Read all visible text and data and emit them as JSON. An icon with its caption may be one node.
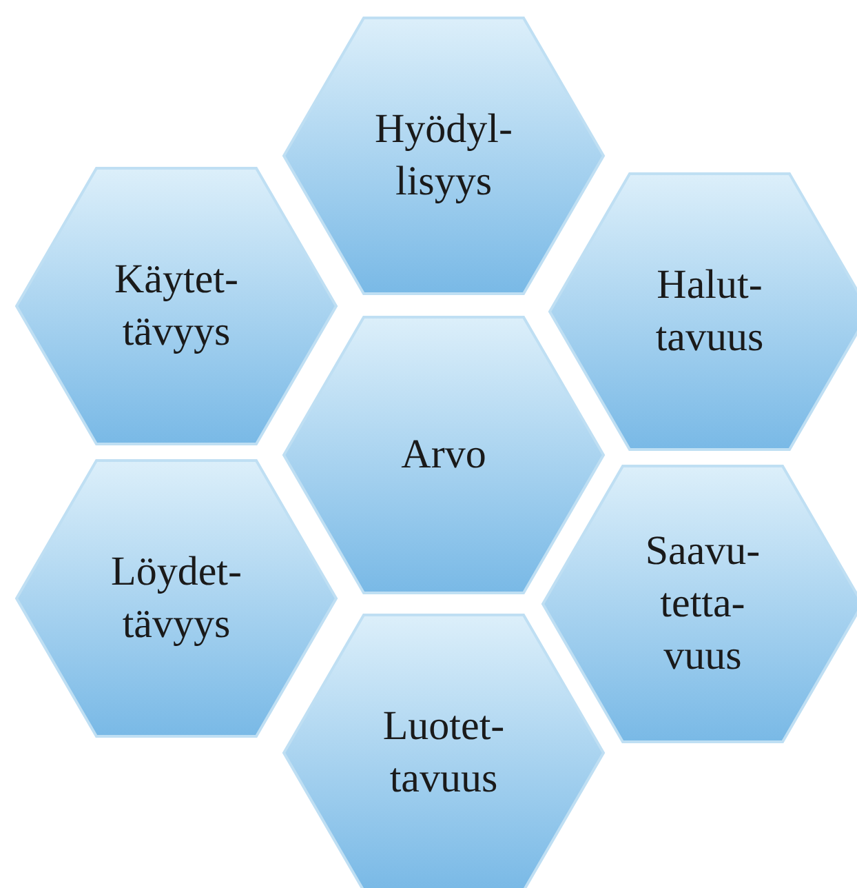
{
  "diagram": {
    "nodes": [
      {
        "text": [
          "Hyödyl- lisyys"
        ]
      },
      {
        "text": [
          "Käytet- tävyys"
        ]
      },
      {
        "text": [
          "Halut- tavuus"
        ]
      },
      {
        "text": [
          "Arvo"
        ]
      },
      {
        "text": [
          "Löydet- tävyys"
        ]
      },
      {
        "text": [
          "Saavu- tetta- vuus"
        ]
      },
      {
        "text": [
          "Luotet- tavuus"
        ]
      }
    ]
  }
}
